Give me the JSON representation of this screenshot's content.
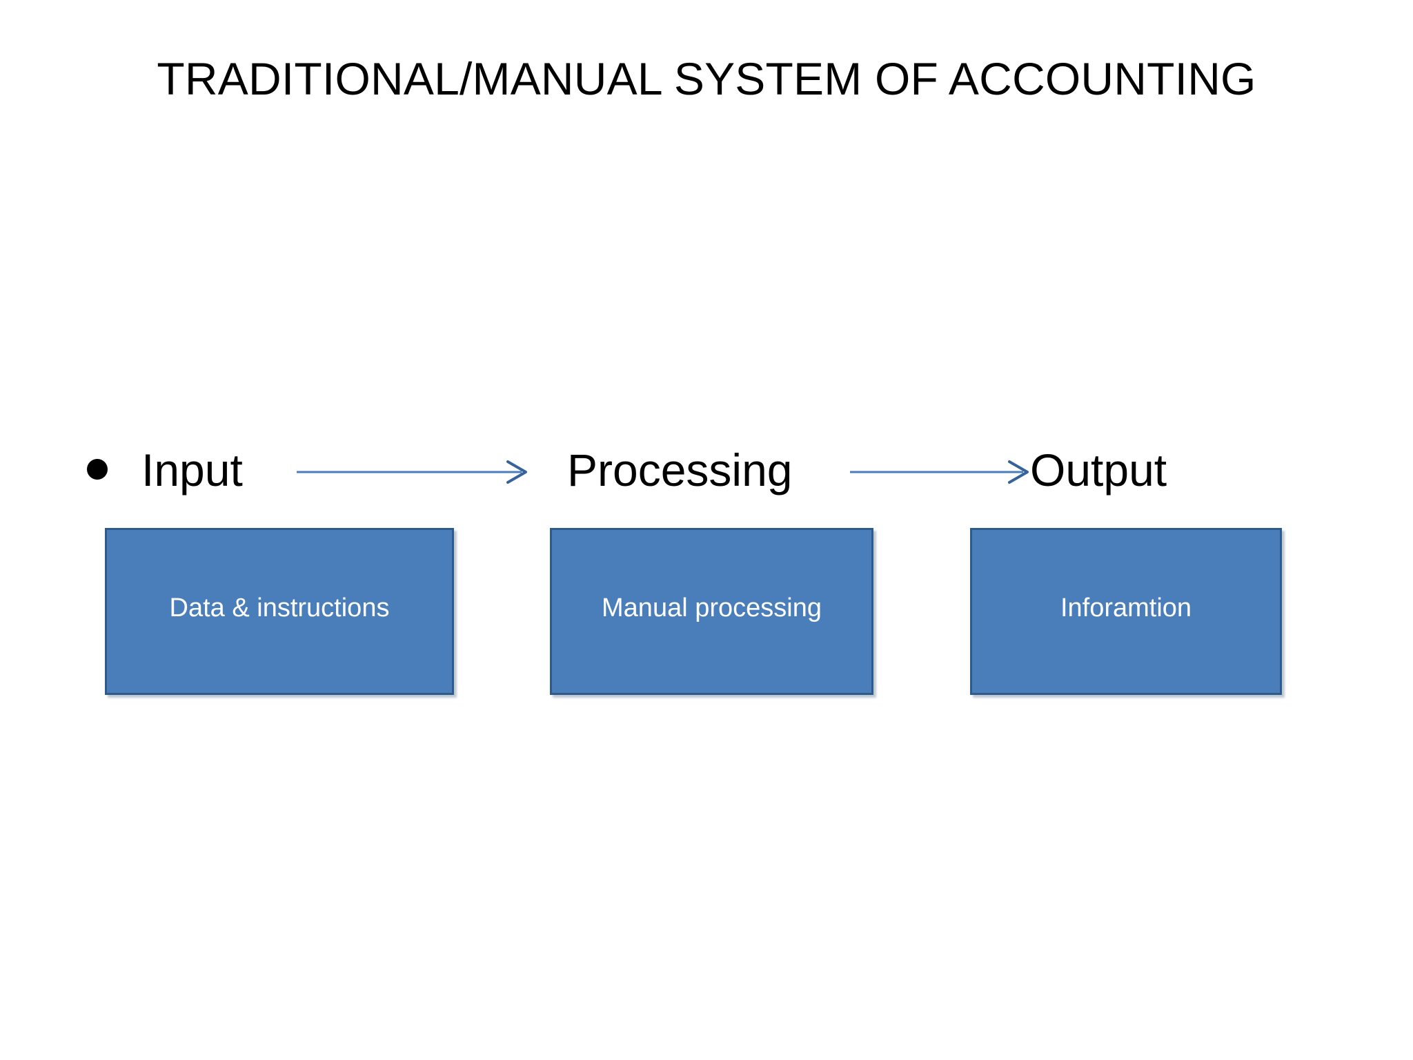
{
  "slide": {
    "title": "TRADITIONAL/MANUAL SYSTEM OF ACCOUNTING",
    "background_color": "#FFFFFF",
    "title_color": "#000000"
  },
  "bullet": {
    "glyph": "•",
    "icon_name": "bullet-dot-icon"
  },
  "flow": {
    "stages": [
      {
        "label": "Input",
        "box_label": "Data & instructions"
      },
      {
        "label": "Processing",
        "box_label": "Manual processing"
      },
      {
        "label": "Output",
        "box_label": "Inforamtion"
      }
    ],
    "arrows": [
      {
        "name": "arrow-input-to-processing",
        "direction": "right"
      },
      {
        "name": "arrow-processing-to-output",
        "direction": "right"
      }
    ]
  },
  "colors": {
    "box_fill": "#4A7EBB",
    "box_border": "#2E5A8C",
    "box_text": "#FFFFFF",
    "arrow": "#4A7EBB",
    "arrow_head": "#2E5A8C",
    "text": "#000000"
  }
}
